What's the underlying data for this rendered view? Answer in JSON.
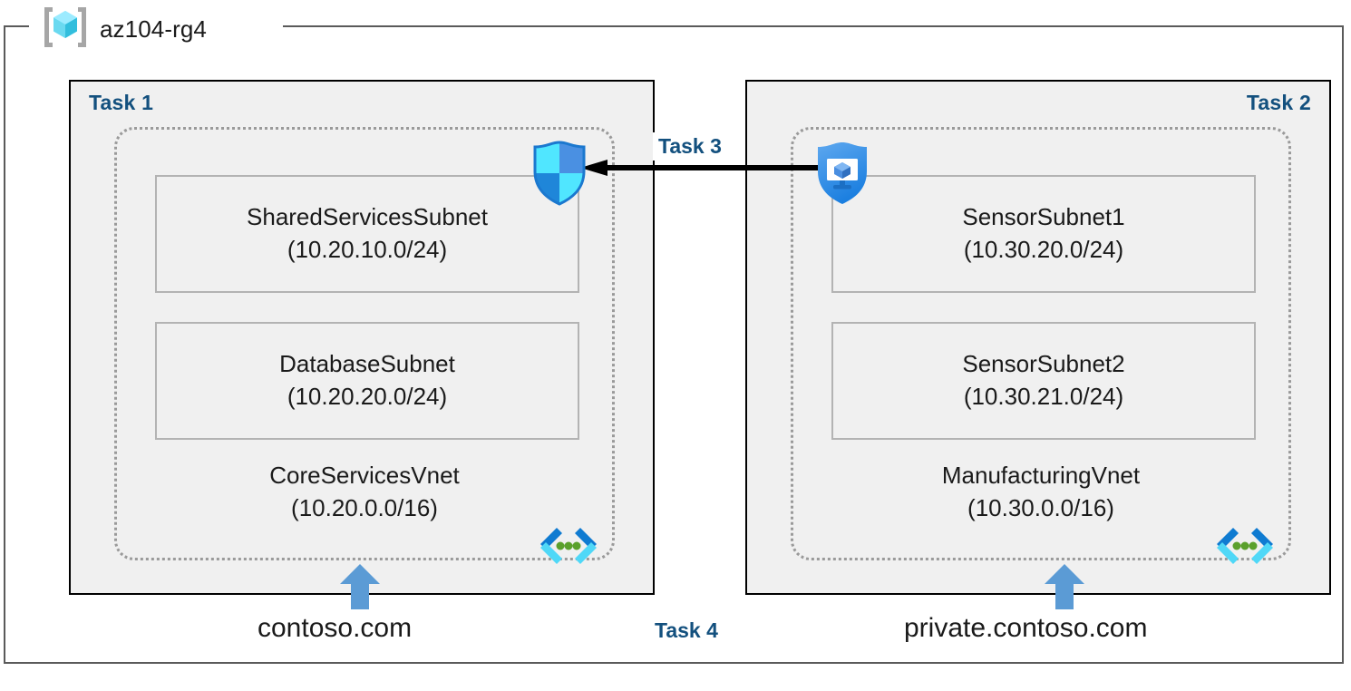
{
  "diagram": {
    "type": "azure-network-architecture",
    "resource_group": {
      "name": "az104-rg4",
      "icon": "resource-group-icon"
    },
    "colors": {
      "task_label": "#13507e",
      "panel_fill": "#f0f0f0",
      "panel_border": "#000000",
      "vnet_border": "#9a9a9a",
      "subnet_border": "#b3b3b3",
      "arrow_blue": "#5b9bd5",
      "arrow_black": "#000000",
      "frame": "#5a5a5a",
      "dns_dot_green": "#5aa02c"
    },
    "panels": [
      {
        "id": "task1",
        "task_label": "Task 1",
        "label_align": "left",
        "vnet": {
          "name": "CoreServicesVnet",
          "cidr": "(10.20.0.0/16)",
          "subnets": [
            {
              "name": "SharedServicesSubnet",
              "cidr": "(10.20.10.0/24)"
            },
            {
              "name": "DatabaseSubnet",
              "cidr": "(10.20.20.0/24)"
            }
          ],
          "dns_icon": "dns-code-icon"
        },
        "domain": "contoso.com",
        "domain_arrow": "up-arrow-icon"
      },
      {
        "id": "task2",
        "task_label": "Task 2",
        "label_align": "right",
        "vnet": {
          "name": "ManufacturingVnet",
          "cidr": "(10.30.0.0/16)",
          "subnets": [
            {
              "name": "SensorSubnet1",
              "cidr": "(10.30.20.0/24)"
            },
            {
              "name": "SensorSubnet2",
              "cidr": "(10.30.21.0/24)"
            }
          ],
          "dns_icon": "dns-code-icon"
        },
        "domain": "private.contoso.com",
        "domain_arrow": "up-arrow-icon"
      }
    ],
    "connection": {
      "task_label": "Task 3",
      "direction": "right-to-left",
      "source_icon": "azure-bastion-icon",
      "target_icon": "network-security-group-shield-icon"
    },
    "task4": {
      "task_label": "Task 4"
    }
  }
}
